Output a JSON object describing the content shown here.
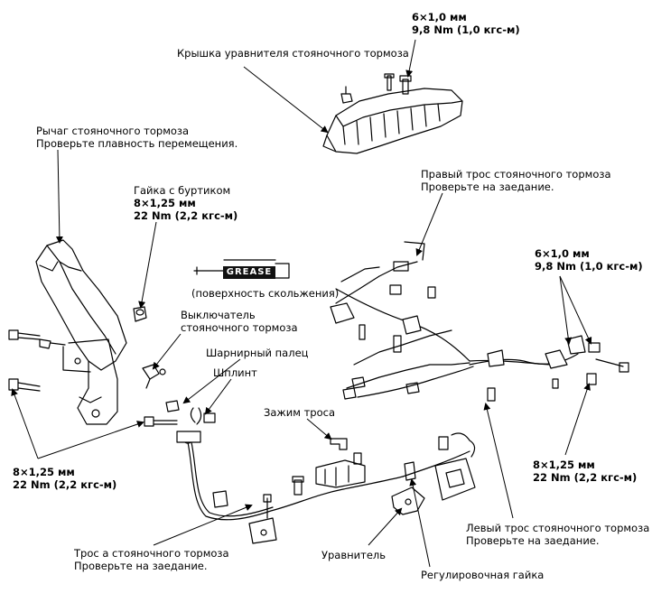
{
  "labels": {
    "top_fastener": "6×1,0 мм",
    "top_torque": "9,8 Nm (1,0 кгс-м)",
    "equalizer_cover": "Крышка уравнителя стояночного тормоза",
    "lever": "Рычаг стояночного тормоза",
    "lever_check": "Проверьте плавность перемещения.",
    "flange_nut": "Гайка с буртиком",
    "flange_nut_size": "8×1,25 мм",
    "flange_nut_torque": "22 Nm (2,2 кгс-м)",
    "grease": "GREASE",
    "grease_note": "(поверхность скольжения)",
    "switch_line1": "Выключатель",
    "switch_line2": "стояночного тормоза",
    "right_cable": "Правый трос стояночного тормоза",
    "right_cable_check": "Проверьте на заедание.",
    "right_fastener": "6×1,0 мм",
    "right_torque": "9,8 Nm (1,0 кгс-м)",
    "pivot_pin": "Шарнирный палец",
    "cotter_pin": "Шплинт",
    "cable_clip": "Зажим троса",
    "left_bolt_size": "8×1,25 мм",
    "left_bolt_torque": "22 Nm (2,2 кгс-м)",
    "right_bolt_size": "8×1,25 мм",
    "right_bolt_torque": "22 Nm (2,2 кгс-м)",
    "left_cable": "Левый трос стояночного тормоза",
    "left_cable_check": "Проверьте на заедание.",
    "cable_a": "Трос а стояночного тормоза",
    "cable_a_check": "Проверьте на заедание.",
    "equalizer": "Уравнитель",
    "adjusting_nut": "Регулировочная гайка"
  }
}
